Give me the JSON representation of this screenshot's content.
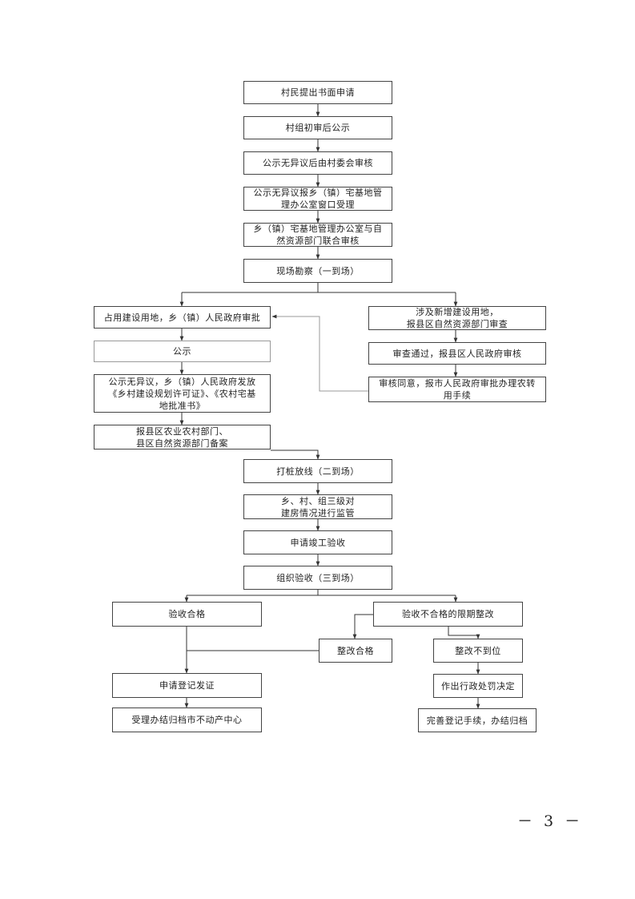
{
  "flowchart": {
    "steps": {
      "s1": "村民提出书面申请",
      "s2": "村组初审后公示",
      "s3": "公示无异议后由村委会审核",
      "s4": "公示无异议报乡（镇）宅基地管\n理办公室窗口受理",
      "s5": "乡（镇）宅基地管理办公室与自\n然资源部门联合审核",
      "s6": "现场勘察（一到场）",
      "left1": "占用建设用地，乡（镇）人民政府审批",
      "left2": "公示",
      "left3": "公示无异议，乡（镇）人民政府发放\n《乡村建设规划许可证》、《农村宅基\n地批准书》",
      "left4": "报县区农业农村部门、\n县区自然资源部门备案",
      "right1": "涉及新增建设用地，\n报县区自然资源部门审查",
      "right2": "审查通过，报县区人民政府审核",
      "right3": "审核同意，报市人民政府审批办理农转\n用手续",
      "s7": "打桩放线（二到场）",
      "s8": "乡、村、组三级对\n建房情况进行监管",
      "s9": "申请竣工验收",
      "s10": "组织验收（三到场）",
      "ok": "验收合格",
      "fail": "验收不合格的限期整改",
      "fixed_ok": "整改合格",
      "fixed_fail": "整改不到位",
      "register": "申请登记发证",
      "archive": "受理办结归档市不动产中心",
      "penalty": "作出行政处罚决定",
      "complete": "完善登记手续，办结归档"
    }
  },
  "page_number": "－ 3 －"
}
